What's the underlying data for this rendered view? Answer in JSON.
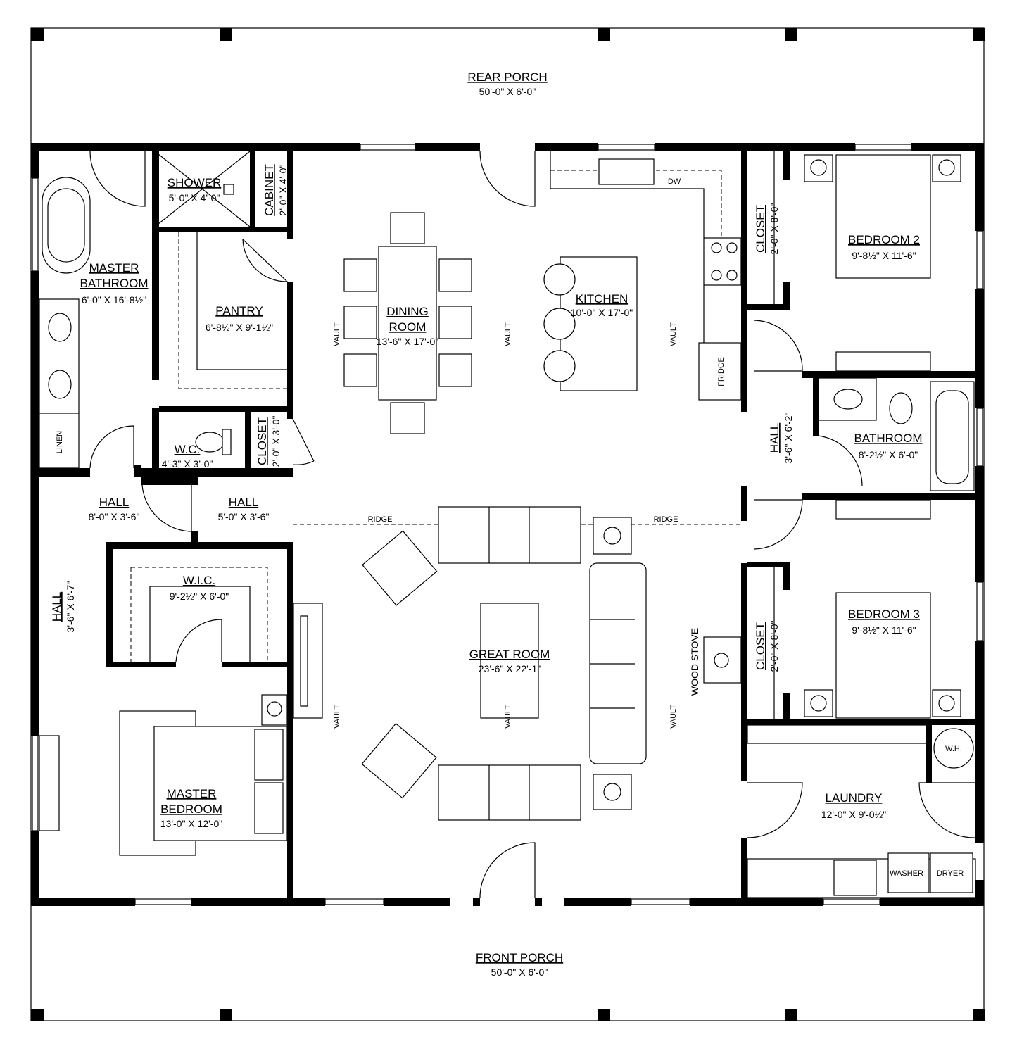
{
  "rooms": {
    "rear_porch": {
      "name": "REAR PORCH",
      "dim": "50'-0\" X 6'-0\""
    },
    "front_porch": {
      "name": "FRONT PORCH",
      "dim": "50'-0\" X 6'-0\""
    },
    "master_bathroom": {
      "name_1": "MASTER",
      "name_2": "BATHROOM",
      "dim": "6'-0\" X 16'-8½\""
    },
    "shower": {
      "name": "SHOWER",
      "dim": "5'-0\" X 4'-0\""
    },
    "cabinet": {
      "name": "CABINET",
      "dim": "2'-0\" X 4'-0\""
    },
    "pantry": {
      "name": "PANTRY",
      "dim": "6'-8½\" X 9'-1½\""
    },
    "wc": {
      "name": "W.C.",
      "dim": "4'-3\" X 3'-0\""
    },
    "closet_wc": {
      "name": "CLOSET",
      "dim": "2'-0\" X 3'-0\""
    },
    "hall_left_a": {
      "name": "HALL",
      "dim": "8'-0\" X 3'-6\""
    },
    "hall_left_b": {
      "name": "HALL",
      "dim": "5'-0\" X 3'-6\""
    },
    "hall_left_vertical": {
      "name": "HALL",
      "dim": "3'-6\" X 6'-7\""
    },
    "wic": {
      "name": "W.I.C.",
      "dim": "9'-2½\" X 6'-0\""
    },
    "master_bedroom": {
      "name_1": "MASTER",
      "name_2": "BEDROOM",
      "dim": "13'-0\" X 12'-0\""
    },
    "dining_room": {
      "name_1": "DINING",
      "name_2": "ROOM",
      "dim": "13'-6\" X 17'-0\""
    },
    "kitchen": {
      "name": "KITCHEN",
      "dim": "10'-0\" X 17'-0\""
    },
    "great_room": {
      "name": "GREAT ROOM",
      "dim": "23'-6\" X 22'-1\""
    },
    "closet_bedroom2": {
      "name": "CLOSET",
      "dim": "2'-0\" X 8'-0\""
    },
    "bedroom2": {
      "name": "BEDROOM 2",
      "dim": "9'-8½\" X 11'-6\""
    },
    "hall_right": {
      "name": "HALL",
      "dim": "3'-6\" X 6'-2\""
    },
    "bathroom": {
      "name": "BATHROOM",
      "dim": "8'-2½\" X 6'-0\""
    },
    "closet_bedroom3": {
      "name": "CLOSET",
      "dim": "2'-0\" X 8'-0\""
    },
    "bedroom3": {
      "name": "BEDROOM 3",
      "dim": "9'-8½\" X 11'-6\""
    },
    "laundry": {
      "name": "LAUNDRY",
      "dim": "12'-0\" X 9'-0½\""
    }
  },
  "annotations": {
    "vault": "VAULT",
    "ridge": "RIDGE",
    "dw": "DW",
    "fridge": "FRIDGE",
    "linen": "LINEN",
    "wood_stove": "WOOD STOVE",
    "water_heater": "W.H.",
    "washer": "WASHER",
    "dryer": "DRYER"
  }
}
